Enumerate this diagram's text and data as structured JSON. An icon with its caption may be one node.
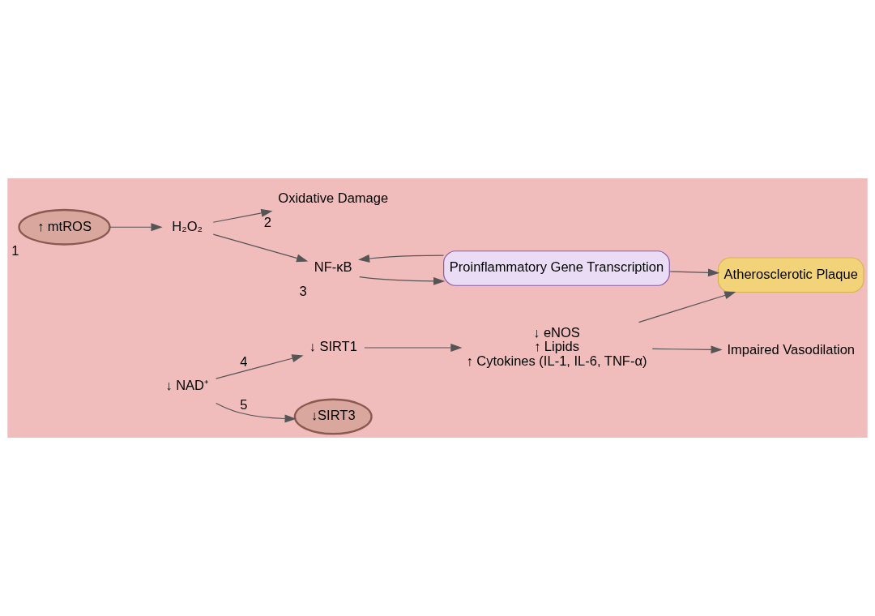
{
  "diagram": {
    "nodes": [
      {
        "text": [
          "Impaired Vasodilation"
        ]
      },
      {
        "text": [
          "Atherosclerotic Plaque"
        ]
      },
      {
        "text": [
          "↓ NAD⁺"
        ]
      },
      {
        "text": [
          "↓ SIRT1"
        ]
      },
      {
        "text": [
          "↓ eNOS",
          "↑ Lipids",
          "↑ Cytokines (IL-1, IL-6, TNF-α)"
        ]
      },
      {
        "text": [
          "↓SIRT3"
        ]
      },
      {
        "text": [
          "↑ mtROS"
        ],
        "beside": [
          "1"
        ]
      },
      {
        "text": [
          "H₂O₂"
        ]
      },
      {
        "text": [
          "Oxidative Damage"
        ],
        "beside": [
          "2"
        ]
      },
      {
        "text": [
          "NF-κB"
        ],
        "beside": [
          "3"
        ]
      },
      {
        "text": [
          "Proinflammatory Gene Transcription"
        ]
      }
    ],
    "edges": [
      {
        "from": 2,
        "to": 3,
        "arrow": "to",
        "label": "4"
      },
      {
        "from": 3,
        "to": 4,
        "arrow": "to"
      },
      {
        "from": 4,
        "to": 0,
        "arrow": "to"
      },
      {
        "from": 4,
        "to": 1,
        "arrow": "to"
      },
      {
        "from": 10,
        "to": 1,
        "arrow": "to"
      },
      {
        "from": 2,
        "to": 5,
        "arrow": "to",
        "label": "5"
      },
      {
        "from": 6,
        "to": 7,
        "arrow": "to"
      },
      {
        "from": 7,
        "to": 8,
        "arrow": "to"
      },
      {
        "from": 7,
        "to": 9,
        "arrow": "to"
      },
      {
        "from": 9,
        "to": 10,
        "arrow": "to"
      },
      {
        "from": 10,
        "to": 9,
        "arrow": "to"
      }
    ]
  }
}
